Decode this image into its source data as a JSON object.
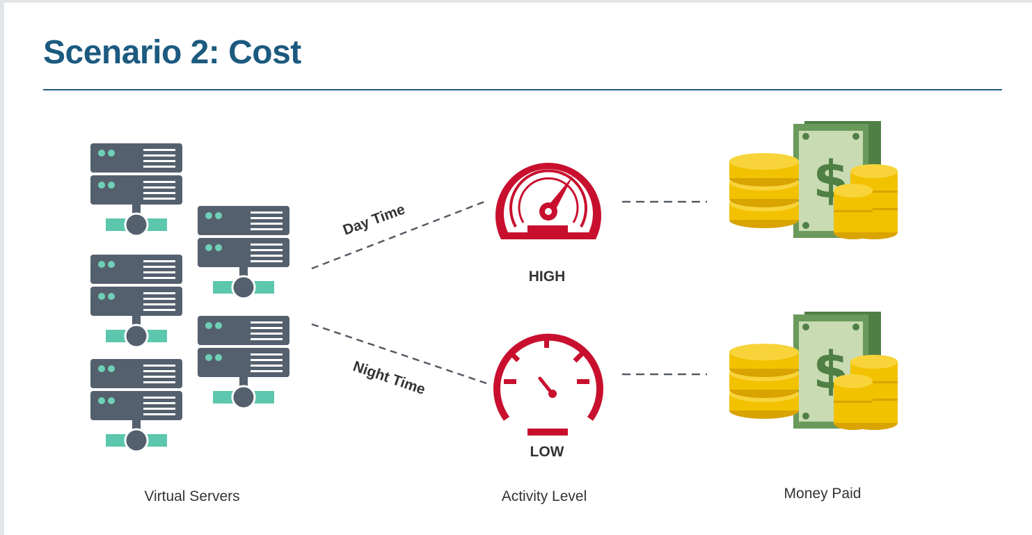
{
  "slide": {
    "title": "Scenario 2: Cost"
  },
  "labels": {
    "day_time": "Day Time",
    "night_time": "Night Time",
    "high": "HIGH",
    "low": "LOW",
    "virtual_servers": "Virtual Servers",
    "activity_level": "Activity Level",
    "money_paid": "Money Paid"
  },
  "colors": {
    "title": "#1c5a7f",
    "server_body": "#55606e",
    "server_led": "#6fd0b6",
    "server_connector": "#5cc7ad",
    "gauge_red": "#c8102e",
    "coin": "#f2c200",
    "coin_shade": "#d9a300",
    "bill": "#6a9a5b",
    "bill_light": "#c9dbb3"
  },
  "icons": [
    "server-icon",
    "speedometer-high-icon",
    "speedometer-low-icon",
    "money-stack-icon"
  ]
}
